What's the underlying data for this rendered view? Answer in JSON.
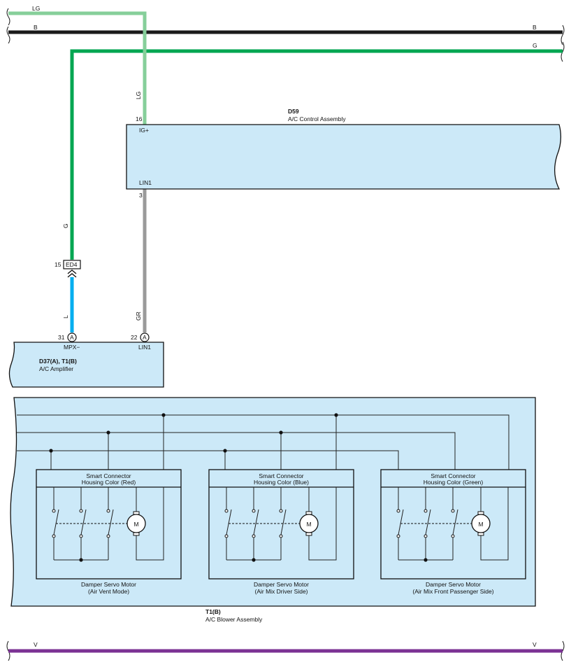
{
  "colors": {
    "LG": "#86cf9a",
    "B": "#1a1a1a",
    "G": "#00a651",
    "GR": "#9a9a9a",
    "L": "#00aeef",
    "V": "#7b3294",
    "component_fill": "#cce9f8"
  },
  "wires": {
    "lg_label_left": "LG",
    "b_label_left": "B",
    "b_label_right": "B",
    "g_label_right": "G",
    "lg_label_vertical": "LG",
    "g_label_vertical": "G",
    "l_label_vertical": "L",
    "gr_label_vertical": "GR",
    "v_label_left": "V",
    "v_label_right": "V"
  },
  "d59": {
    "code": "D59",
    "name": "A/C Control Assembly",
    "pin_ig_num": "16",
    "pin_ig_name": "IG+",
    "pin_lin_num": "3",
    "pin_lin_name": "LIN1"
  },
  "ed4": {
    "pin_num": "15",
    "code": "ED4"
  },
  "d37": {
    "code": "D37(A), T1(B)",
    "name": "A/C Amplifier",
    "pin_mpx_num": "31",
    "pin_mpx_conn": "A",
    "pin_mpx_name": "MPX−",
    "pin_lin_num": "22",
    "pin_lin_conn": "A",
    "pin_lin_name": "LIN1"
  },
  "t1": {
    "code": "T1(B)",
    "name": "A/C Blower Assembly"
  },
  "motors": [
    {
      "header_line1": "Smart Connector",
      "header_line2": "Housing Color (Red)",
      "caption_line1": "Damper Servo Motor",
      "caption_line2": "(Air Vent Mode)",
      "motor_symbol": "M"
    },
    {
      "header_line1": "Smart Connector",
      "header_line2": "Housing Color (Blue)",
      "caption_line1": "Damper Servo Motor",
      "caption_line2": "(Air Mix Driver Side)",
      "motor_symbol": "M"
    },
    {
      "header_line1": "Smart Connector",
      "header_line2": "Housing Color (Green)",
      "caption_line1": "Damper Servo Motor",
      "caption_line2": "(Air Mix Front Passenger Side)",
      "motor_symbol": "M"
    }
  ]
}
